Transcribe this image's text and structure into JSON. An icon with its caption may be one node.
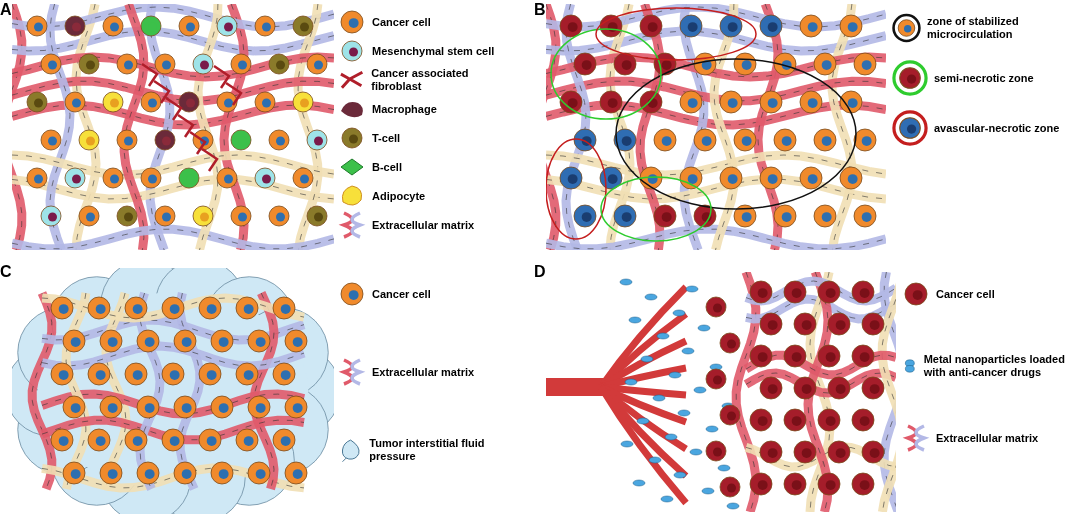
{
  "diagram": {
    "labels": [
      "A",
      "B",
      "C",
      "D"
    ],
    "legend": [
      {
        "text": "Cancer cell"
      },
      {
        "text": "Mesenchymal stem cell"
      },
      {
        "text": "Cancer associated fibroblast"
      },
      {
        "text": "Macrophage"
      },
      {
        "text": "T-cell"
      },
      {
        "text": "B-cell"
      },
      {
        "text": "Adipocyte"
      },
      {
        "text": "Extracellular matrix"
      },
      {
        "text": "zone of stabilized microcirculation"
      },
      {
        "text": "semi-necrotic zone"
      },
      {
        "text": "avascular-necrotic zone"
      },
      {
        "text": "Cancer cell"
      },
      {
        "text": "Extracellular matrix"
      },
      {
        "text": "Tumor interstitial fluid pressure"
      },
      {
        "text": "Cancer cell"
      },
      {
        "text": "Metal nanoparticles loaded with anti-cancer drugs"
      },
      {
        "text": "Extracellular matrix"
      }
    ]
  }
}
